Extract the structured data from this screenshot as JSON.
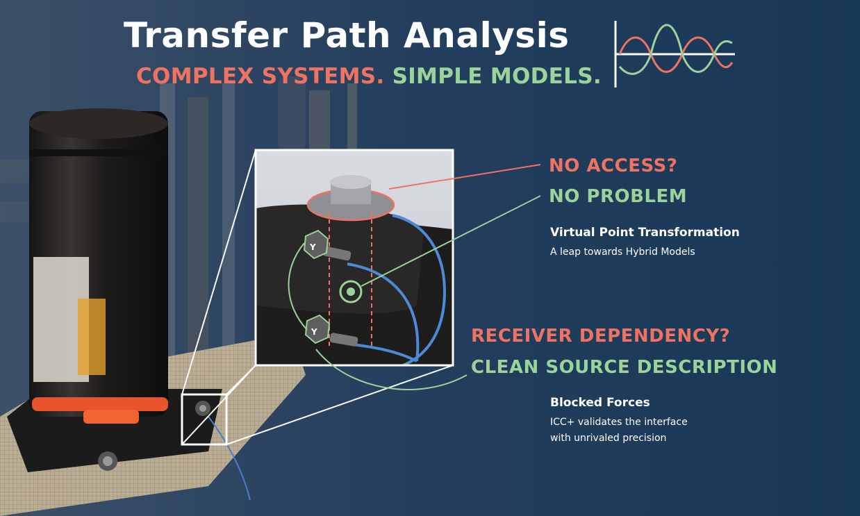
{
  "title": "Transfer Path Analysis",
  "subtitle": {
    "part1": "COMPLEX SYSTEMS.",
    "part2": "SIMPLE MODELS."
  },
  "callouts": {
    "no_access": "NO ACCESS?",
    "no_problem": "NO PROBLEM",
    "receiver_dependency": "RECEIVER DEPENDENCY?",
    "clean_source": "CLEAN SOURCE DESCRIPTION"
  },
  "virtual_point": {
    "heading": "Virtual Point Transformation",
    "description": "A leap towards Hybrid Models"
  },
  "blocked_forces": {
    "heading": "Blocked Forces",
    "line1": "ICC+ validates the interface",
    "line2": "with unrivaled precision"
  },
  "sensor_labels": [
    "Y",
    "Y"
  ],
  "colors": {
    "background": "#1b3a5c",
    "accent_red": "#ee7363",
    "accent_green": "#9ad49a",
    "text_white": "#ffffff"
  },
  "icons": [
    "waveform-icon",
    "virtual-point-icon",
    "accelerometer-icon"
  ]
}
